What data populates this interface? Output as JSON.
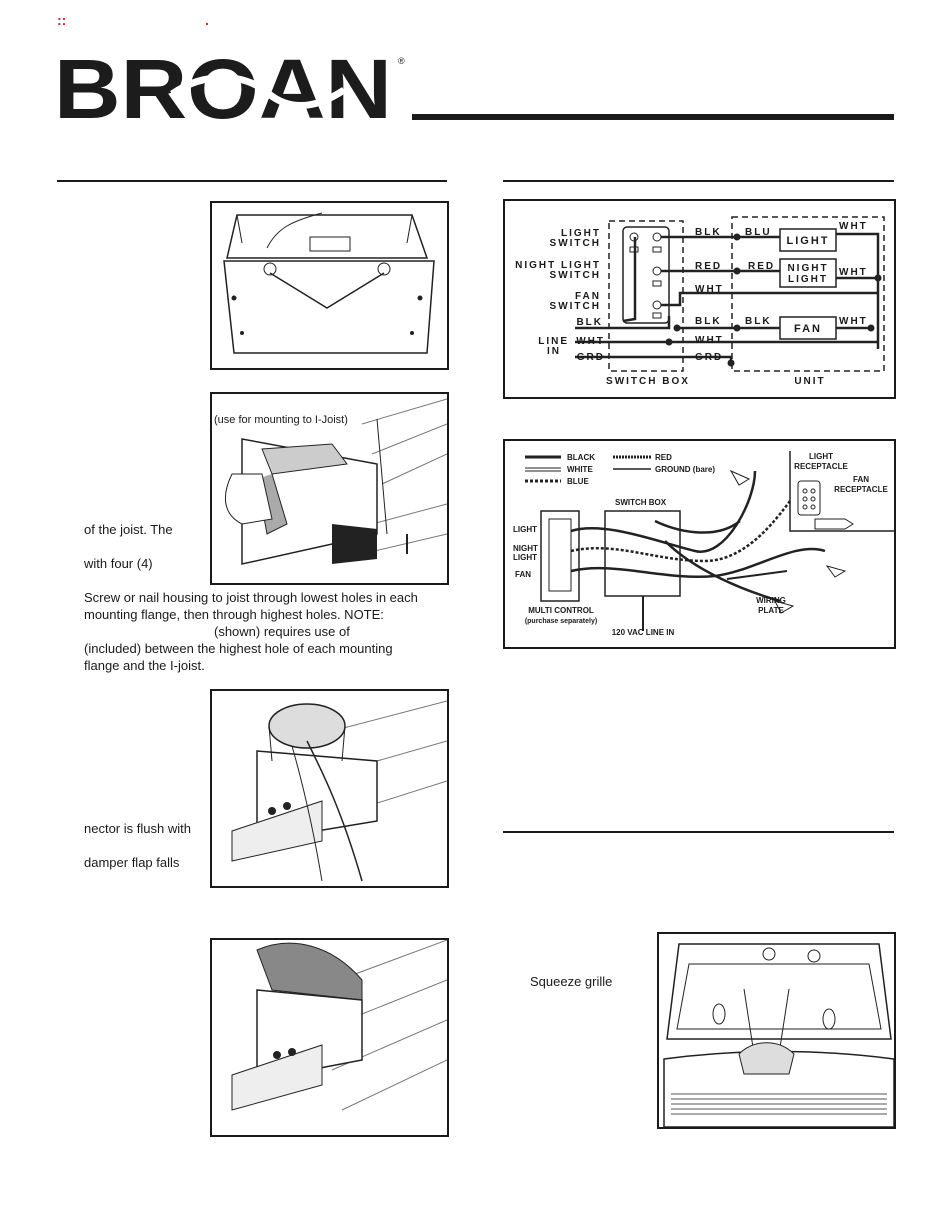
{
  "header": {
    "marks": [
      "::",
      "."
    ],
    "logo": "BROAN",
    "registered": "®"
  },
  "left": {
    "fig2_label": "(use for mounting to I-Joist)",
    "text_joist_1": "of the joist. The",
    "text_joist_2": "with four (4)",
    "para_lines": [
      "Screw or nail housing to joist through lowest holes in each",
      "mounting flange,  then through highest holes. NOTE:",
      "(shown) requires use of",
      "(included) between the highest hole of each mounting",
      "flange and the I-joist."
    ],
    "text_duct_1": "nector is flush with",
    "text_duct_2": "damper flap falls"
  },
  "schematic": {
    "left_labels": [
      "LIGHT",
      "SWITCH",
      "NIGHT LIGHT",
      "SWITCH",
      "FAN",
      "SWITCH",
      "BLK",
      "LINE",
      "IN",
      "WHT",
      "GRD"
    ],
    "mid_labels": [
      "BLK",
      "RED",
      "WHT",
      "BLK",
      "WHT",
      "GRD"
    ],
    "right_labels": [
      "BLU",
      "RED",
      "BLK",
      "WHT",
      "WHT",
      "WHT"
    ],
    "components": [
      "LIGHT",
      "NIGHT",
      "LIGHT",
      "FAN"
    ],
    "box_labels": [
      "SWITCH BOX",
      "UNIT"
    ]
  },
  "wiring": {
    "legend": [
      "BLACK",
      "WHITE",
      "BLUE",
      "RED",
      "GROUND (bare)"
    ],
    "labels": [
      "SWITCH BOX",
      "LIGHT",
      "RECEPTACLE",
      "FAN",
      "RECEPTACLE",
      "LIGHT",
      "NIGHT",
      "LIGHT",
      "FAN",
      "MULTI CONTROL",
      "(purchase separately)",
      "120 VAC LINE IN",
      "WIRING",
      "PLATE"
    ]
  },
  "right": {
    "squeeze_text": "Squeeze grille"
  }
}
